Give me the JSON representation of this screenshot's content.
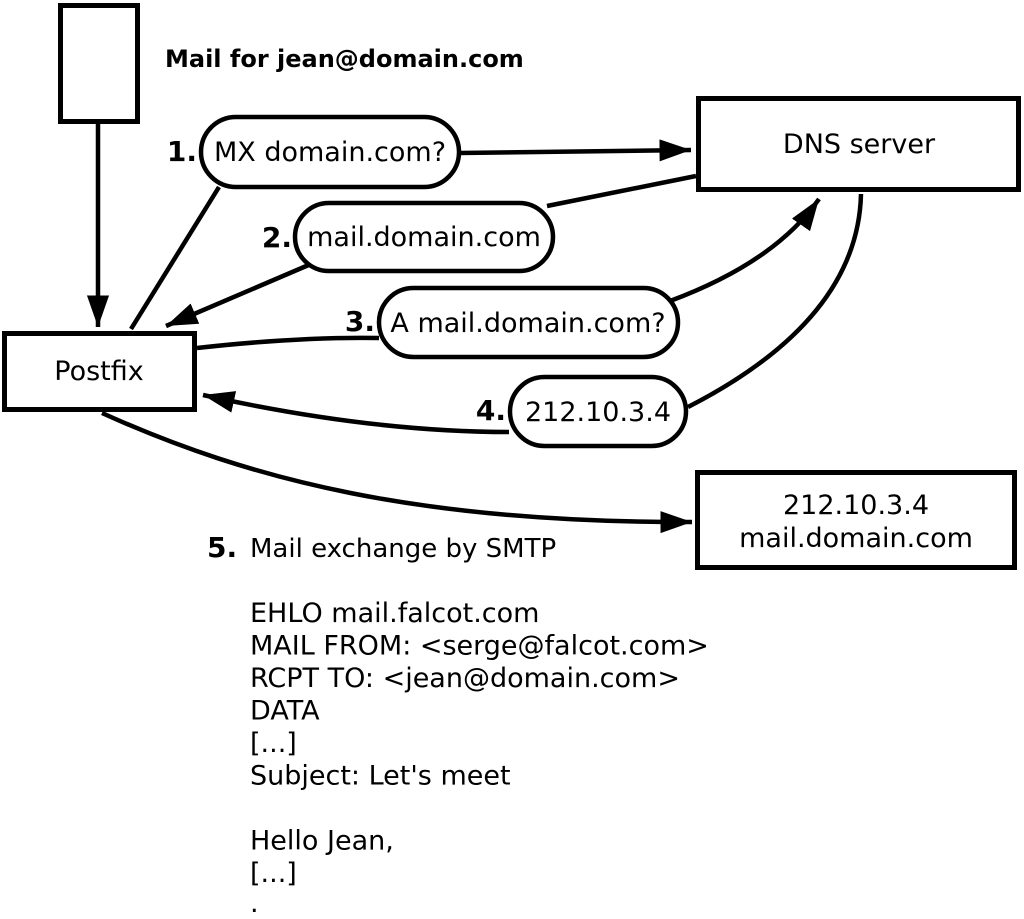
{
  "background": "#ffffff",
  "ink": "#000000",
  "caption": "Mail for jean@domain.com",
  "nodes": {
    "postfix": {
      "label": "Postfix"
    },
    "dns_server": {
      "label": "DNS server"
    },
    "mail_server": {
      "line1": "212.10.3.4",
      "line2": "mail.domain.com"
    }
  },
  "steps": [
    {
      "num": "1.",
      "label": "MX domain.com?"
    },
    {
      "num": "2.",
      "label": "mail.domain.com"
    },
    {
      "num": "3.",
      "label": "A mail.domain.com?"
    },
    {
      "num": "4.",
      "label": "212.10.3.4"
    },
    {
      "num": "5.",
      "label": "Mail exchange by SMTP"
    }
  ],
  "smtp_session": {
    "lines": [
      "EHLO mail.falcot.com",
      "MAIL FROM: <serge@falcot.com>",
      "RCPT TO: <jean@domain.com>",
      "DATA",
      "[...]",
      "Subject: Let's meet",
      "",
      "Hello Jean,",
      "[...]",
      "."
    ]
  }
}
